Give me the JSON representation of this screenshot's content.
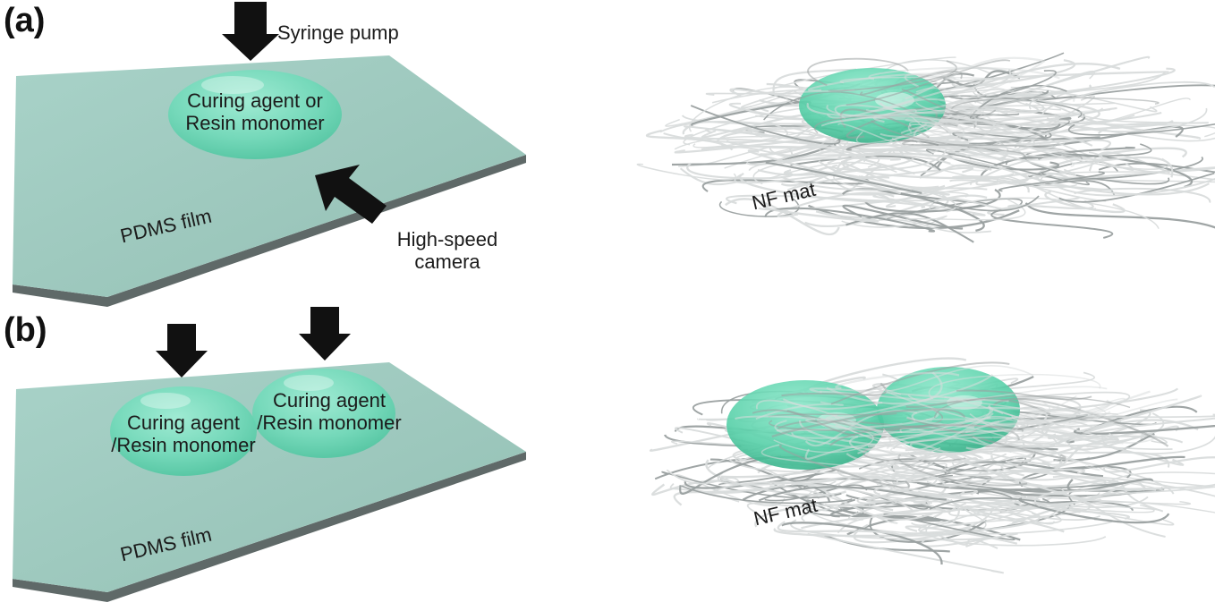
{
  "panels": {
    "a": {
      "label": "(a)",
      "syringe_label": "Syringe pump",
      "droplet_line1": "Curing agent or",
      "droplet_line2": "Resin monomer",
      "camera_line1": "High-speed",
      "camera_line2": "camera",
      "film_label": "PDMS film",
      "mat_label": "NF mat"
    },
    "b": {
      "label": "(b)",
      "droplet1_line1": "Curing agent",
      "droplet1_line2": "/Resin monomer",
      "droplet2_line1": "Curing agent",
      "droplet2_line2": "/Resin monomer",
      "film_label": "PDMS film",
      "mat_label": "NF mat"
    }
  },
  "colors": {
    "film_top": "#a3cdc3",
    "film_edge": "#5c6766",
    "droplet": "#62d6b3",
    "arrow": "#111111",
    "fiber": "#d9dcdc"
  }
}
